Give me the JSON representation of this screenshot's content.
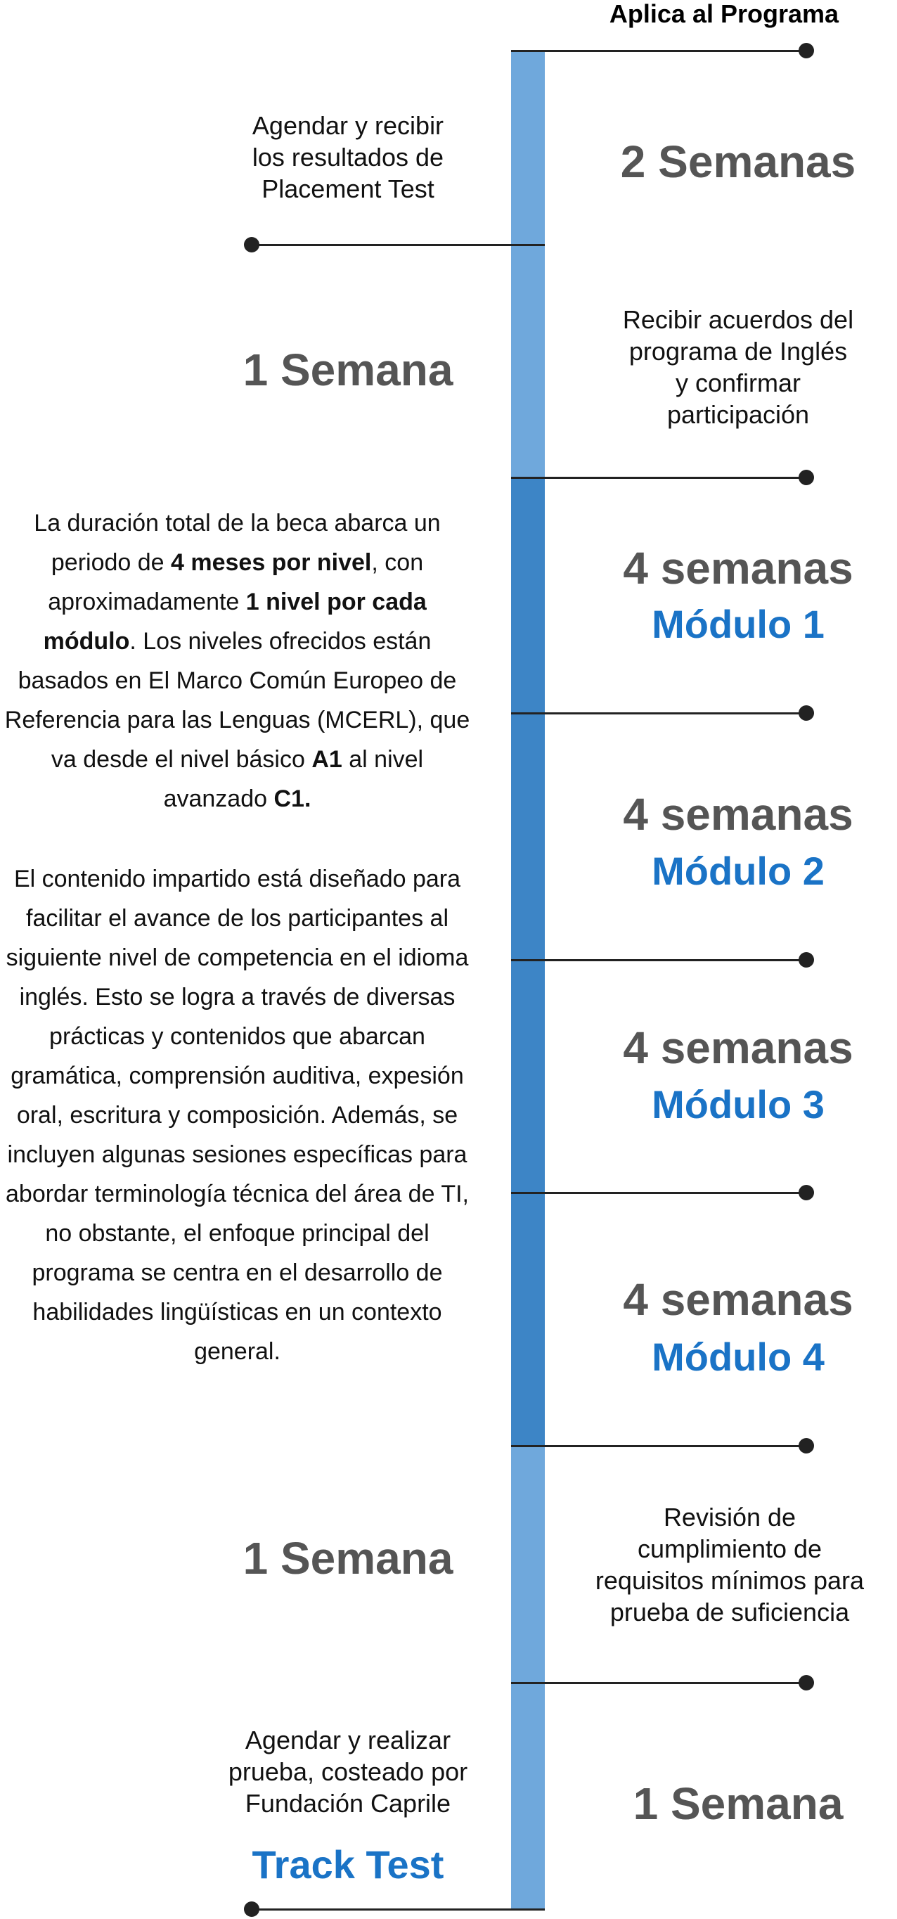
{
  "header": {
    "title": "Aplica al Programa"
  },
  "steps": [
    {
      "description": [
        "Agendar y recibir",
        "los resultados de",
        "Placement Test"
      ],
      "duration": "2 Semanas"
    },
    {
      "duration": "1 Semana",
      "description": [
        "Recibir acuerdos del",
        "programa de Inglés",
        "y confirmar",
        "participación"
      ]
    },
    {
      "duration": "4 semanas",
      "module": "Módulo 1"
    },
    {
      "duration": "4 semanas",
      "module": "Módulo 2"
    },
    {
      "duration": "4 semanas",
      "module": "Módulo 3"
    },
    {
      "duration": "4 semanas",
      "module": "Módulo 4"
    },
    {
      "duration": "1 Semana",
      "description": [
        "Revisión de",
        "cumplimiento de",
        "requisitos mínimos para",
        "prueba de suficiencia"
      ]
    },
    {
      "description": [
        "Agendar y realizar",
        "prueba, costeado por",
        "Fundación Caprile"
      ],
      "label": "Track Test",
      "duration": "1 Semana"
    }
  ],
  "info": {
    "p1": {
      "t1": "La duración total de la beca abarca un periodo de ",
      "b1": "4 meses por nivel",
      "t2": ", con aproximadamente ",
      "b2": "1 nivel por cada módulo",
      "t3": ". Los niveles ofrecidos están basados en El Marco Común Europeo de Referencia para las Lenguas (MCERL), que va desde el nivel básico ",
      "b3": "A1",
      "t4": " al nivel avanzado ",
      "b4": "C1."
    },
    "p2": "El contenido impartido está diseñado para facilitar el avance de los participantes al siguiente nivel de competencia en el idioma inglés. Esto se logra a través de diversas prácticas y contenidos que abarcan gramática, comprensión auditiva, expesión oral, escritura y composición. Además, se incluyen algunas sesiones específicas para abordar terminología técnica del área de TI, no obstante, el enfoque principal del programa se centra en el desarrollo de habilidades lingüísticas en un contexto general."
  },
  "colors": {
    "bar_light": "#6fa8dc",
    "bar_dark": "#3d85c6",
    "module_blue": "#1a73c6",
    "duration_gray": "#555555"
  }
}
